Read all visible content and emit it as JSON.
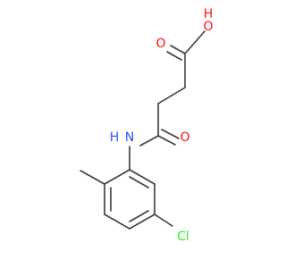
{
  "molecule": {
    "atoms": {
      "o_hydroxyl": {
        "text": "O",
        "color": "#ff0d0d"
      },
      "h_hydroxyl": {
        "text": "H",
        "color": "#ff0d0d"
      },
      "o_acid_carbonyl": {
        "text": "O",
        "color": "#ff0d0d"
      },
      "o_amide": {
        "text": "O",
        "color": "#ff0d0d"
      },
      "nh_n": {
        "text": "N",
        "color": "#3050f8"
      },
      "nh_h": {
        "text": "H",
        "color": "#3050f8"
      },
      "cl": {
        "text": "Cl",
        "color": "#1ff01f"
      }
    },
    "bond_color": "#3a3a3a"
  }
}
